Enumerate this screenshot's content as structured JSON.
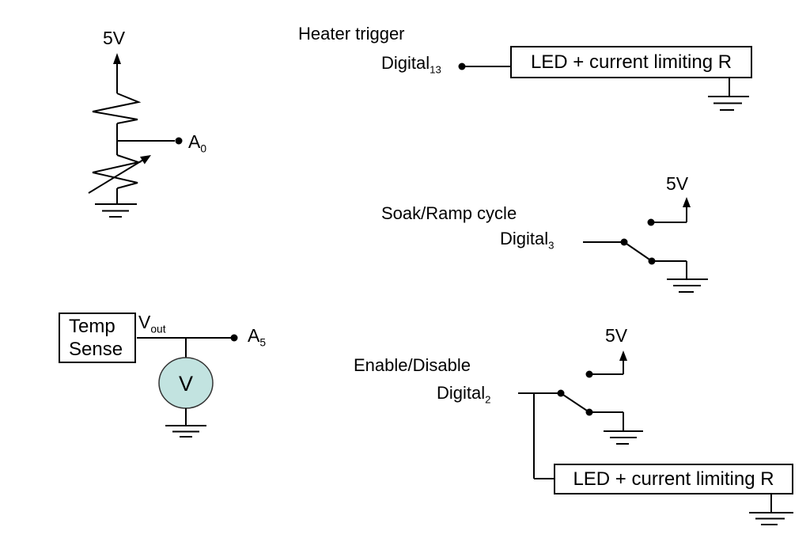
{
  "colors": {
    "wire": "#000000",
    "text": "#000000",
    "background": "#ffffff",
    "meter_fill": "#c2e3e0"
  },
  "divider": {
    "supply": "5V",
    "tap": {
      "base": "A",
      "sub": "0"
    }
  },
  "heater": {
    "title": "Heater trigger",
    "pin": {
      "base": "Digital",
      "sub": "13"
    },
    "load_box": "LED + current limiting R"
  },
  "soak": {
    "title": "Soak/Ramp cycle",
    "pin": {
      "base": "Digital",
      "sub": "3"
    },
    "supply": "5V"
  },
  "temp": {
    "box": {
      "line1": "Temp",
      "line2": "Sense"
    },
    "vout": {
      "base": "V",
      "sub": "out"
    },
    "tap": {
      "base": "A",
      "sub": "5"
    },
    "meter": "V"
  },
  "enable": {
    "title": "Enable/Disable",
    "pin": {
      "base": "Digital",
      "sub": "2"
    },
    "supply": "5V",
    "load_box": "LED + current limiting R"
  }
}
